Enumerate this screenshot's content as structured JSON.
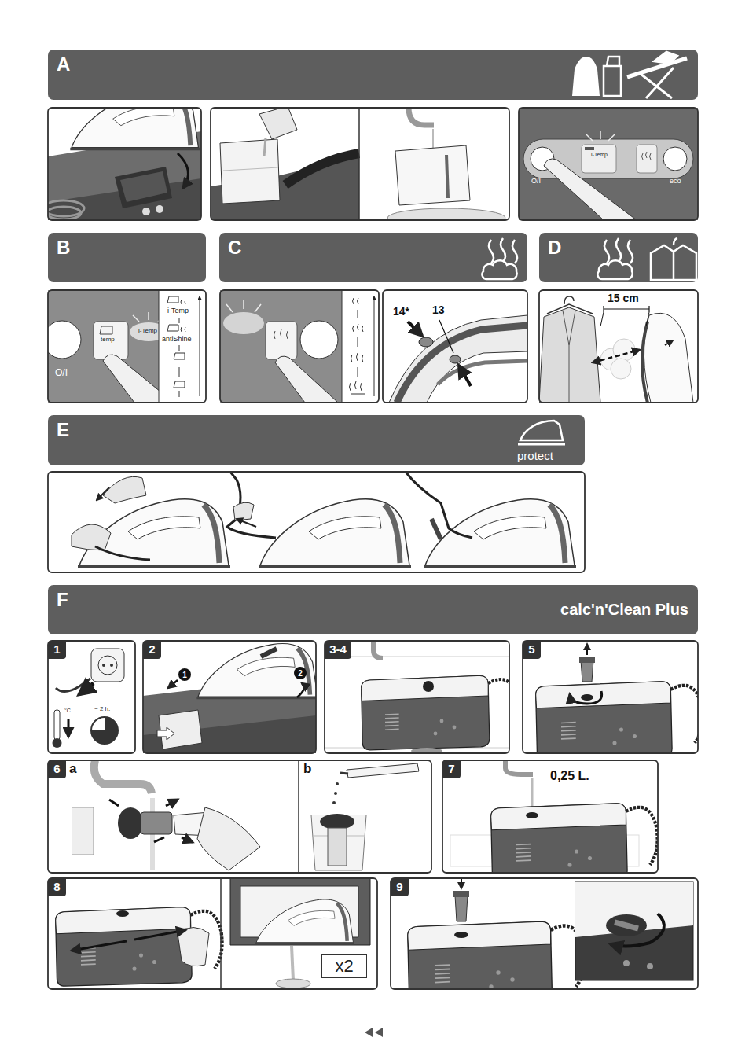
{
  "diagram": {
    "nodes": [
      {
        "text": [
          "A"
        ]
      },
      {
        "text": [
          "B"
        ]
      },
      {
        "text": [
          "C"
        ]
      },
      {
        "text": [
          "D"
        ]
      },
      {
        "text": [
          "E",
          "protect"
        ]
      },
      {
        "text": [
          "F",
          "calc'n'Clean Plus"
        ]
      },
      {
        "text": [
          "1"
        ]
      },
      {
        "text": [
          "2"
        ]
      },
      {
        "text": [
          "3-4"
        ]
      },
      {
        "text": [
          "5"
        ]
      },
      {
        "text": [
          "6"
        ]
      },
      {
        "text": [
          "7"
        ]
      },
      {
        "text": [
          "8"
        ]
      },
      {
        "text": [
          "x2"
        ]
      },
      {
        "text": [
          "9"
        ]
      }
    ],
    "labels": [
      "O/I",
      "i-Temp",
      "eco",
      "O/I",
      "temp",
      "i-Temp",
      "i-Temp",
      "antiShine",
      "14*",
      "13",
      "15 cm",
      "~ 2 h.",
      "°C",
      "a",
      "b",
      "0,25 L.",
      "1",
      "2"
    ]
  }
}
